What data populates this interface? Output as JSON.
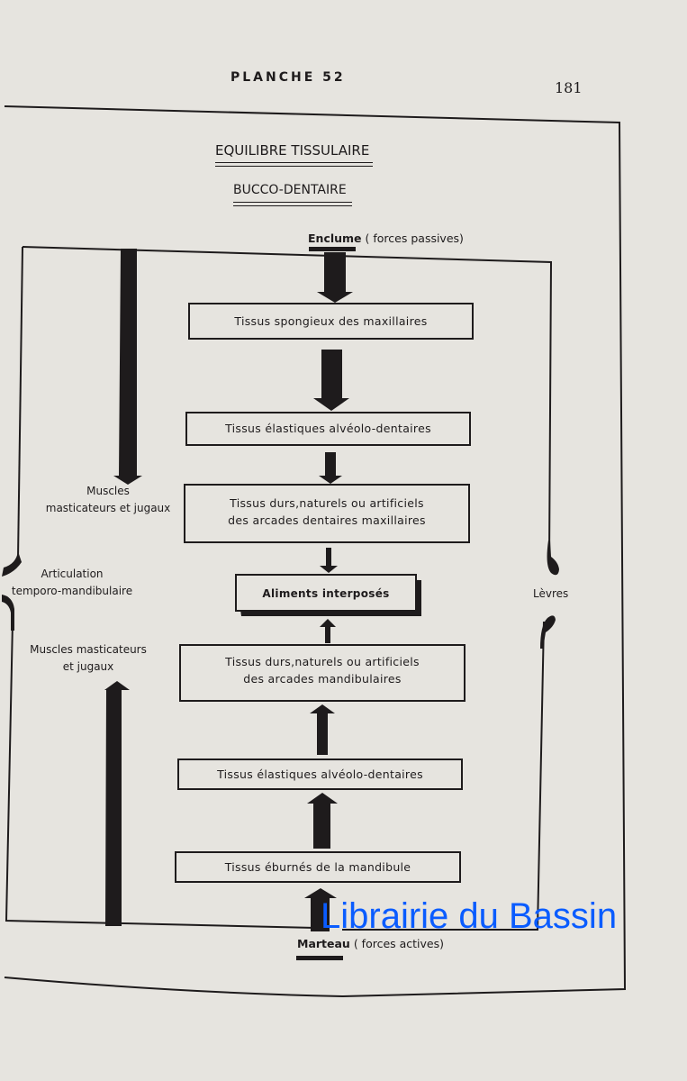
{
  "header": {
    "running_head": "PLANCHE 52",
    "page_number": "181"
  },
  "diagram": {
    "title": "EQUILIBRE TISSULAIRE",
    "subtitle": "BUCCO-DENTAIRE",
    "top_anchor": {
      "term": "Enclume",
      "note": "( forces passives)"
    },
    "bottom_anchor": {
      "term": "Marteau",
      "note": "( forces actives)"
    },
    "boxes": [
      {
        "id": "spongieux",
        "lines": [
          "Tissus spongieux des maxillaires"
        ]
      },
      {
        "id": "elastiques-sup",
        "lines": [
          "Tissus élastiques alvéolo-dentaires"
        ]
      },
      {
        "id": "durs-max",
        "lines": [
          "Tissus durs,naturels ou artificiels",
          "des arcades dentaires maxillaires"
        ]
      },
      {
        "id": "aliments",
        "lines": [
          "Aliments interposés"
        ]
      },
      {
        "id": "durs-mand",
        "lines": [
          "Tissus durs,naturels ou artificiels",
          "des arcades mandibulaires"
        ]
      },
      {
        "id": "elastiques-inf",
        "lines": [
          "Tissus élastiques alvéolo-dentaires"
        ]
      },
      {
        "id": "eburnes",
        "lines": [
          "Tissus éburnés de la mandibule"
        ]
      }
    ],
    "side_labels": {
      "muscles_upper": [
        "Muscles",
        "masticateurs et jugaux"
      ],
      "articulation": [
        "Articulation",
        "temporo-mandibulaire"
      ],
      "muscles_lower": [
        "Muscles masticateurs",
        "et jugaux"
      ],
      "levres": "Lèvres"
    }
  },
  "watermark": "Librairie du Bassin",
  "colors": {
    "paper": "#e6e4df",
    "ink": "#1e1b1c",
    "watermark": "#0a5cff"
  }
}
